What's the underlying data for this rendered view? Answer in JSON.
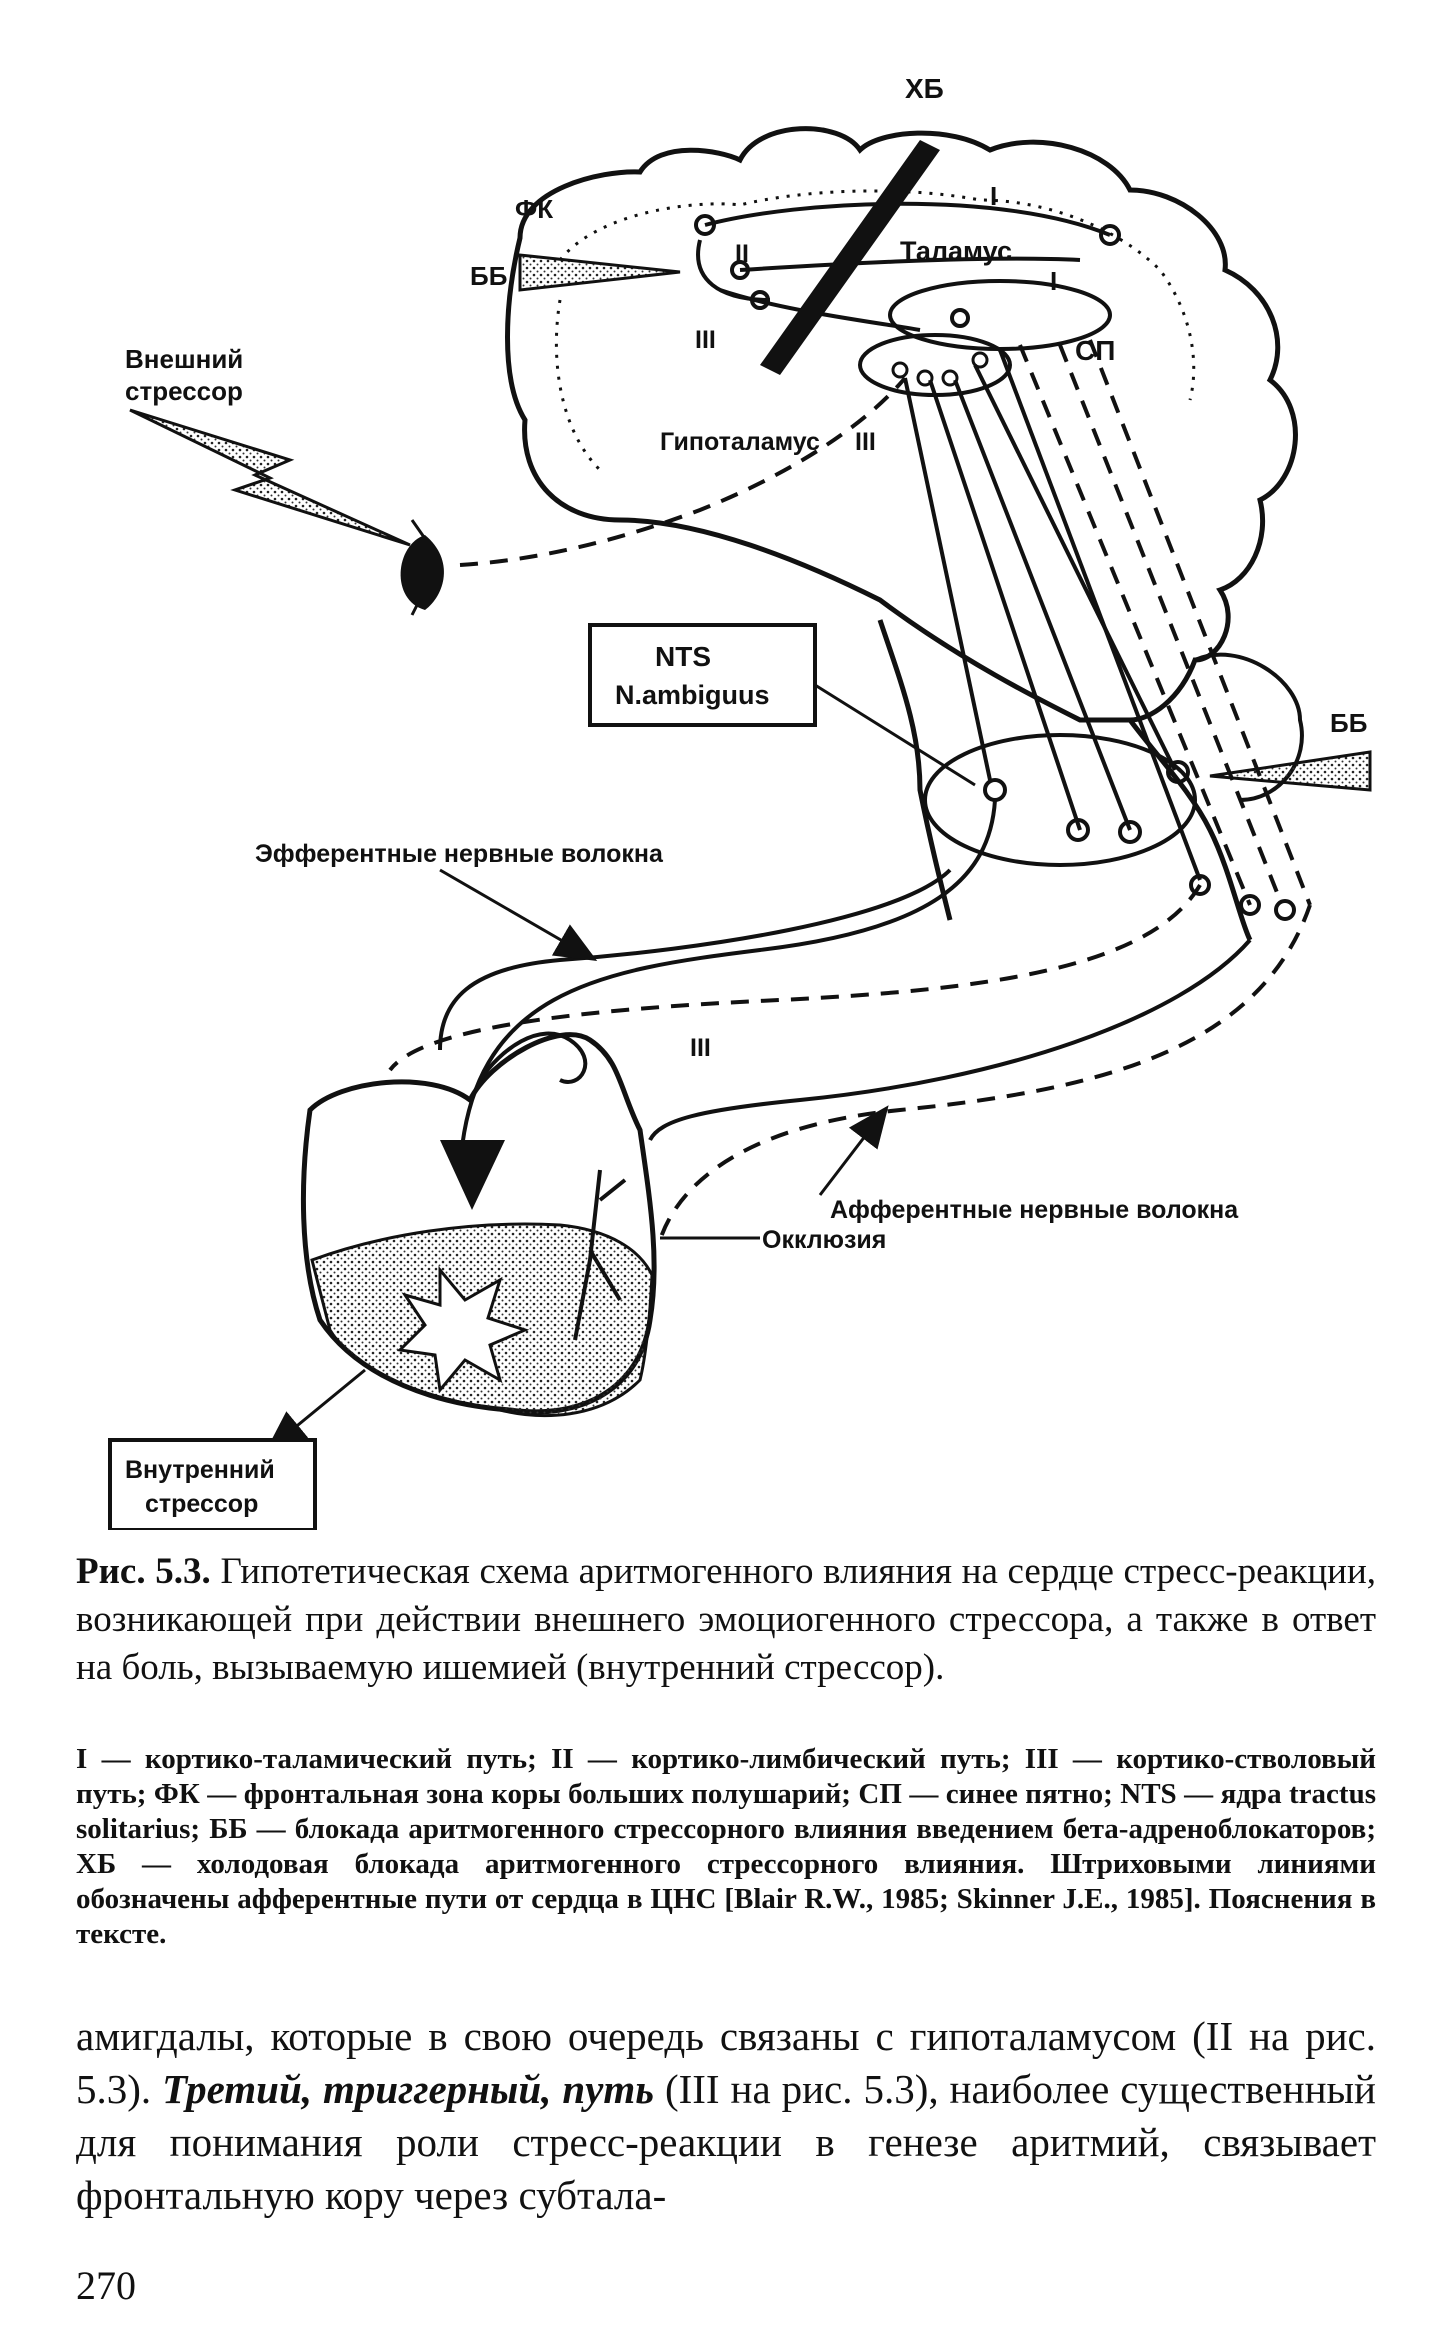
{
  "figure": {
    "labels": {
      "hb": "ХБ",
      "fk": "ФК",
      "bb_top": "ББ",
      "bb_right": "ББ",
      "thalamus": "Таламус",
      "hypothalamus": "Гипоталамус",
      "sp": "СП",
      "external_stressor_1": "Внешний",
      "external_stressor_2": "стрессор",
      "nts_1": "NTS",
      "nts_2": "N.ambiguus",
      "efferent": "Эфферентные нервные волокна",
      "afferent": "Афферентные нервные волокна",
      "occlusion": "Окклюзия",
      "internal_stressor_1": "Внутренний",
      "internal_stressor_2": "стрессор",
      "path_I_top": "I",
      "path_I_mid": "I",
      "path_II": "II",
      "path_III_left": "III",
      "path_III_hypo": "III",
      "path_III_lower": "III"
    }
  },
  "caption": {
    "fig_ref": "Рис. 5.3.",
    "title": "Гипотетическая схема аритмогенного влияния на сердце стресс-реакции, возникающей при действии внешнего эмоциогенного стрессора, а также в ответ на боль, вызываемую ишемией (внутренний стрессор).",
    "legend": "I — кортико-таламический путь; II — кортико-лимбический путь; III — кортико-стволовый путь; ФК — фронтальная зона коры больших полушарий; СП — синее пятно; NTS — ядра tractus solitarius; ББ — блокада аритмогенного стрессорного влияния введением бета-адреноблокаторов; ХБ — холодовая блокада аритмогенного стрессорного влияния. Штриховыми линиями обозначены афферентные пути от сердца в ЦНС [Blair R.W., 1985; Skinner J.E., 1985]. Пояснения в тексте."
  },
  "body": {
    "text_1": "амигдалы, которые в свою очередь связаны с гипоталамусом (II на рис. 5.3). ",
    "emph": "Третий, триггерный, путь",
    "text_2": " (III на рис. 5.3), наиболее существенный для понимания роли стресс-реакции в генезе аритмий, связывает фронтальную кору через субтала-"
  },
  "page_number": "270"
}
